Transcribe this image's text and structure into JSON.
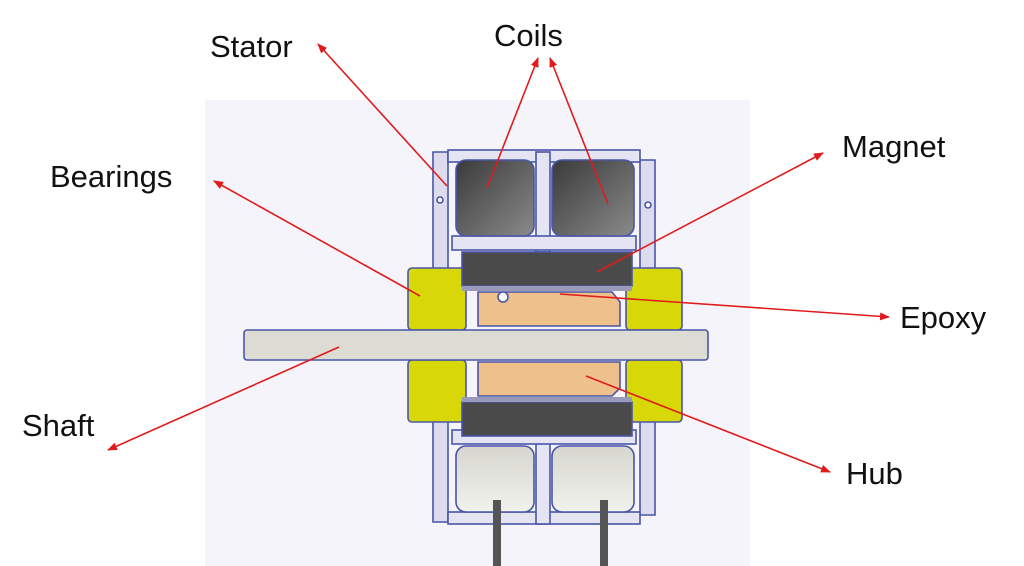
{
  "labels": {
    "stator": "Stator",
    "coils": "Coils",
    "magnet": "Magnet",
    "bearings": "Bearings",
    "epoxy": "Epoxy",
    "shaft": "Shaft",
    "hub": "Hub"
  },
  "colors": {
    "arrow": "#e01b1b",
    "outline": "#4a55a8",
    "background_panel": "#f4f4fa",
    "bearing": "#d8d808",
    "hub": "#eec08a",
    "shaft": "#dcdcd4",
    "magnet": "#4a4a4a",
    "coil_dark": "#555555",
    "coil_light": "#e8e8e2"
  }
}
